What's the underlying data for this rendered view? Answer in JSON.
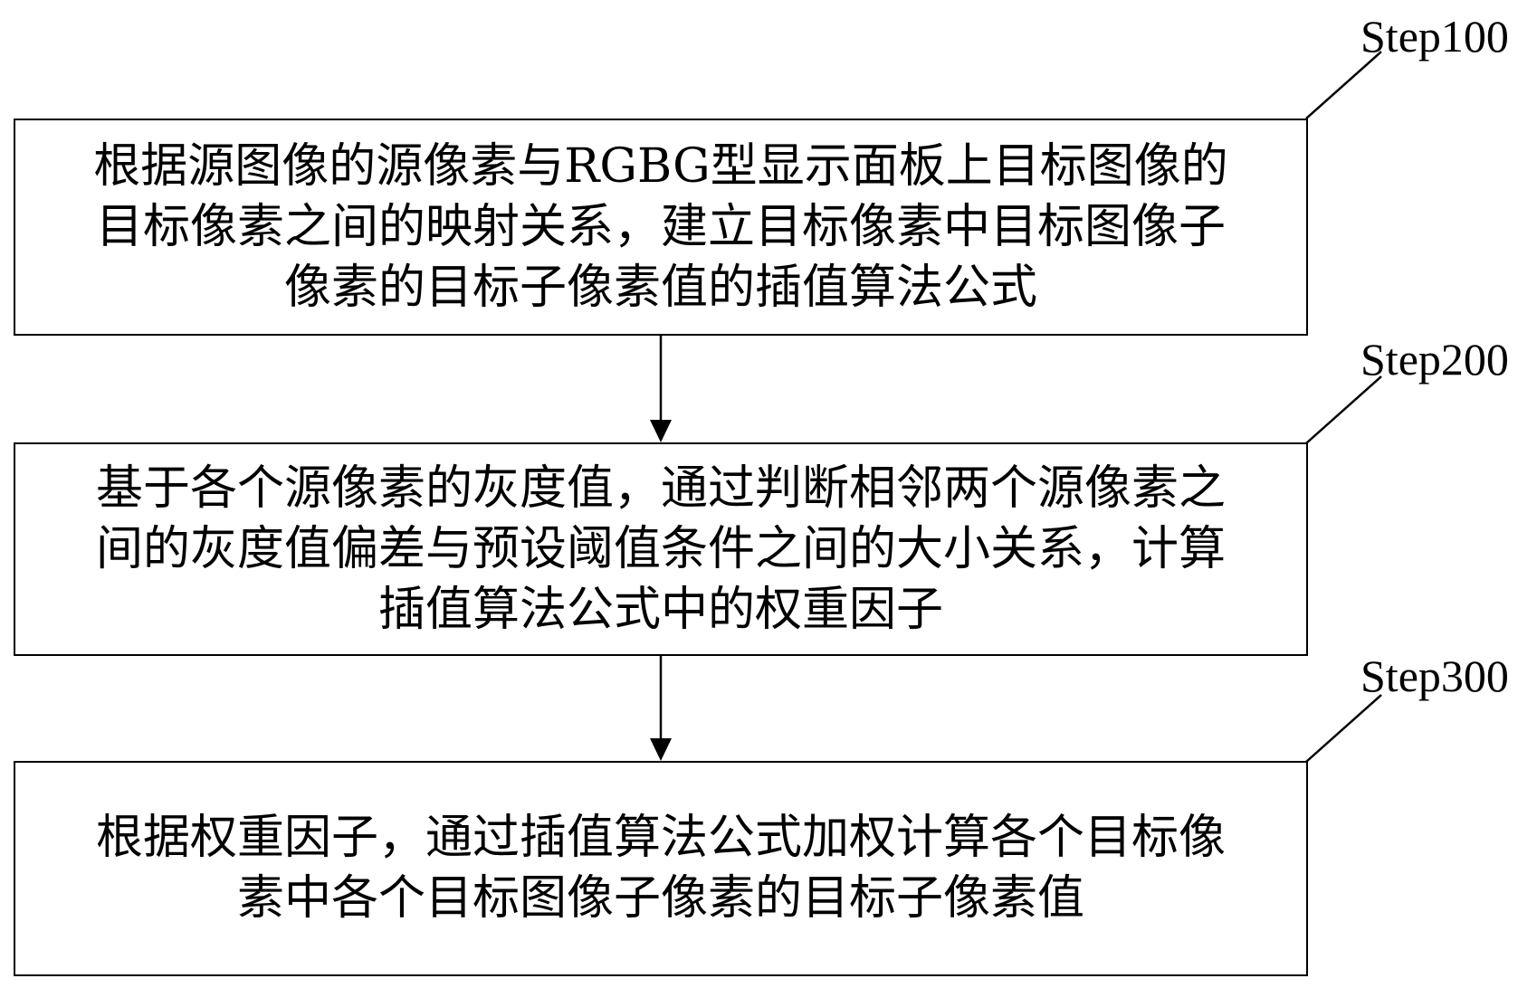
{
  "steps": [
    {
      "label": "Step100",
      "lines": [
        "根据源图像的源像素与RGBG型显示面板上目标图像的",
        "目标像素之间的映射关系，建立目标像素中目标图像子",
        "像素的目标子像素值的插值算法公式"
      ]
    },
    {
      "label": "Step200",
      "lines": [
        "基于各个源像素的灰度值，通过判断相邻两个源像素之",
        "间的灰度值偏差与预设阈值条件之间的大小关系，计算",
        "插值算法公式中的权重因子"
      ]
    },
    {
      "label": "Step300",
      "lines": [
        "根据权重因子，通过插值算法公式加权计算各个目标像",
        "素中各个目标图像子像素的目标子像素值"
      ]
    }
  ]
}
